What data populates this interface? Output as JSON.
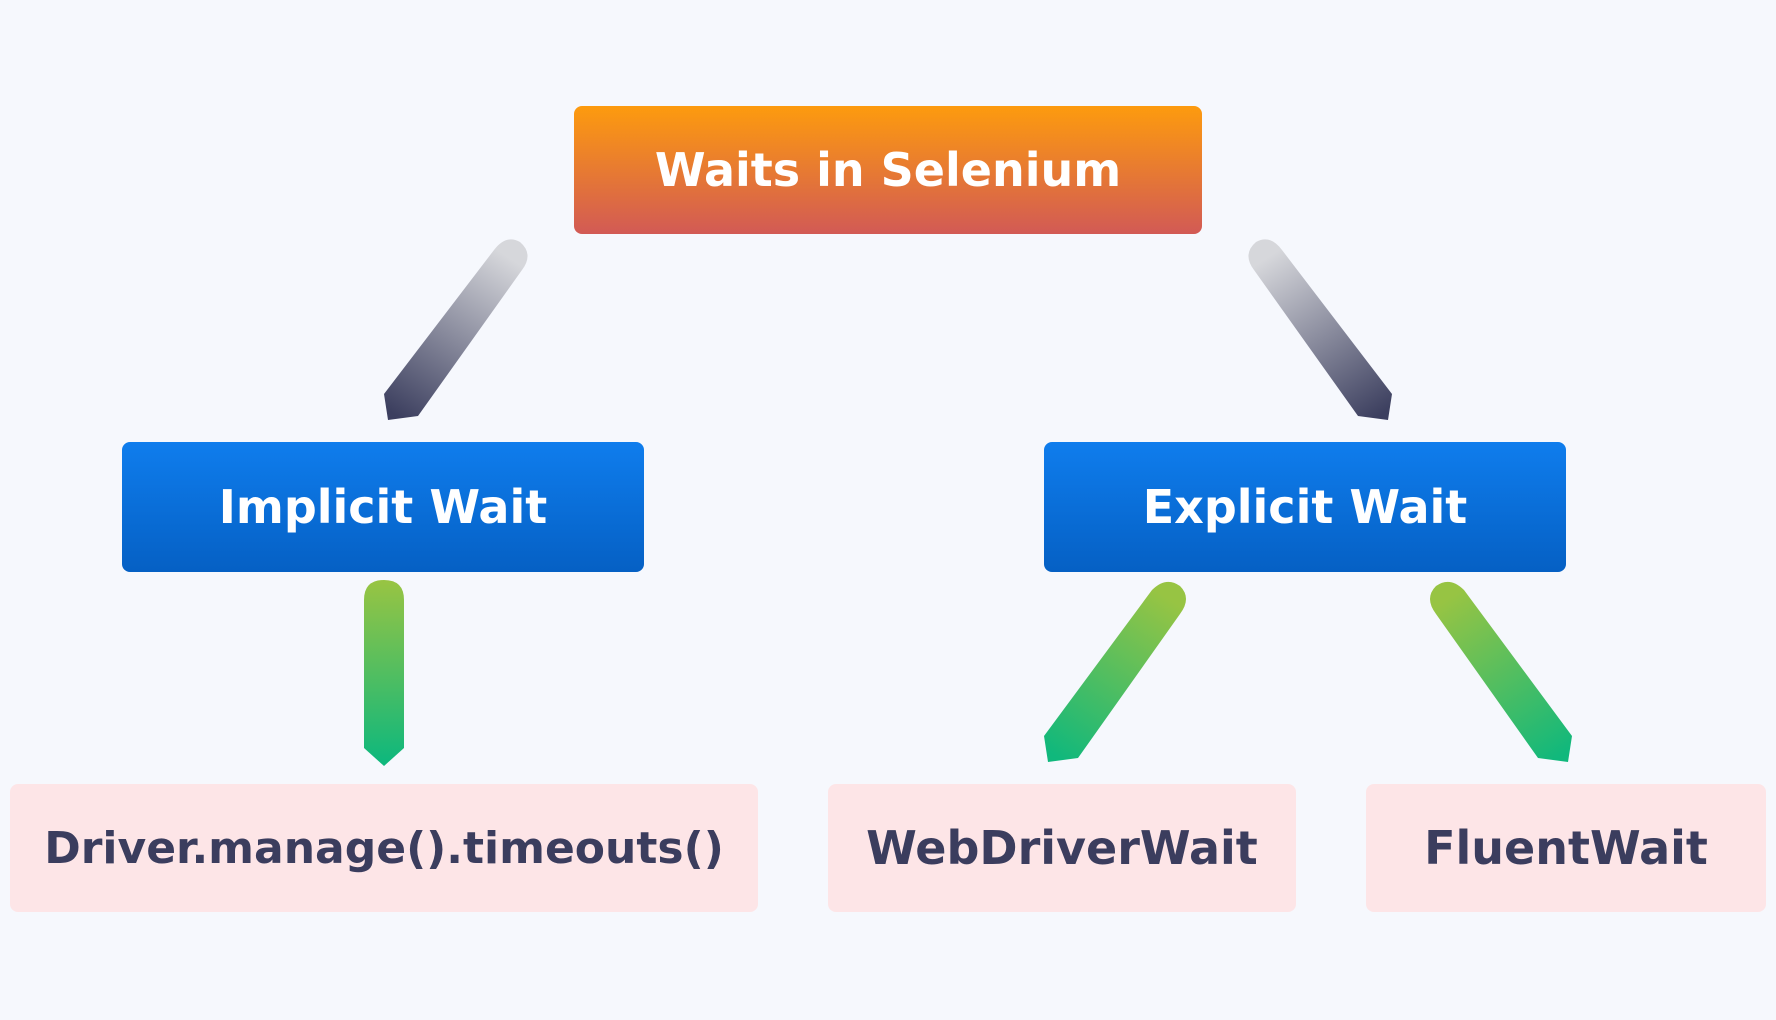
{
  "diagram": {
    "root": {
      "label": "Waits in Selenium"
    },
    "implicit": {
      "label": "Implicit Wait"
    },
    "explicit": {
      "label": "Explicit Wait"
    },
    "leaves": {
      "driver_timeouts": {
        "label": "Driver.manage().timeouts()"
      },
      "webdriver_wait": {
        "label": "WebDriverWait"
      },
      "fluent_wait": {
        "label": "FluentWait"
      }
    }
  },
  "colors": {
    "background": "#f6f8fd",
    "root_top": "#fd9b0e",
    "root_bottom": "#d25a55",
    "mid_top": "#0f7ded",
    "mid_bottom": "#0560c4",
    "leaf_fill": "#fde5e7",
    "leaf_text": "#3b3d5e",
    "connector_gray_start": "#d6d7db",
    "connector_gray_end": "#3c3f5f",
    "connector_green_start": "#97c443",
    "connector_green_end": "#10b87c"
  }
}
